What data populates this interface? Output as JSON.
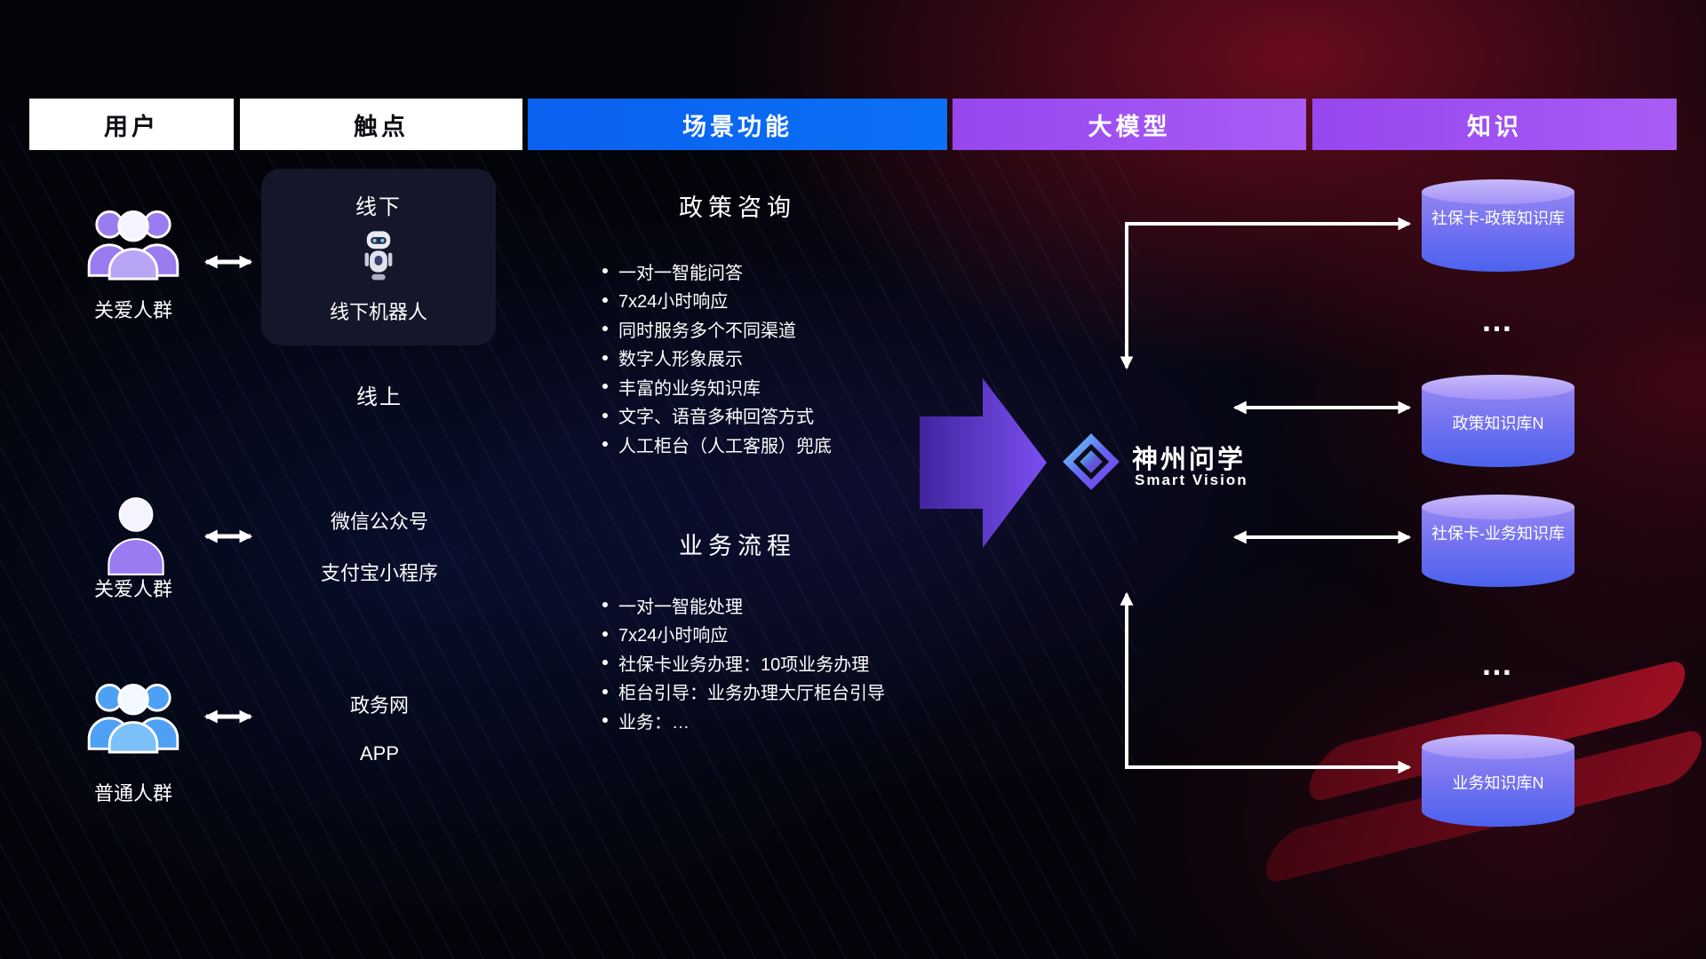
{
  "header": {
    "columns": [
      {
        "label": "用户"
      },
      {
        "label": "触点"
      },
      {
        "label": "场景功能"
      },
      {
        "label": "大模型"
      },
      {
        "label": "知识"
      }
    ]
  },
  "users": [
    {
      "label": "关爱人群"
    },
    {
      "label": "关爱人群"
    },
    {
      "label": "普通人群"
    }
  ],
  "touchpoints": {
    "offline": {
      "title": "线下",
      "robot_label": "线下机器人"
    },
    "online_title": "线上",
    "channels": [
      "微信公众号",
      "支付宝小程序",
      "政务网",
      "APP"
    ]
  },
  "scenarios": [
    {
      "title": "政策咨询",
      "items": [
        "一对一智能问答",
        "7x24小时响应",
        "同时服务多个不同渠道",
        "数字人形象展示",
        "丰富的业务知识库",
        "文字、语音多种回答方式",
        "人工柜台（人工客服）兜底"
      ]
    },
    {
      "title": "业务流程",
      "items": [
        "一对一智能处理",
        "7x24小时响应",
        "社保卡业务办理：10项业务办理",
        "柜台引导：业务办理大厅柜台引导",
        "业务：…"
      ]
    }
  ],
  "model": {
    "name": "神州问学",
    "subtitle": "Smart Vision"
  },
  "knowledge": {
    "databases": [
      "社保卡-政策知识库",
      "政策知识库N",
      "社保卡-业务知识库",
      "业务知识库N"
    ],
    "ellipsis": "…"
  },
  "colors": {
    "accent_blue": "#0b70f6",
    "accent_purple": "#a85cf5",
    "flow_arrow_purple": "#7b4ff0",
    "db_top": "#c9bafb",
    "db_bottom": "#4b62ee"
  }
}
